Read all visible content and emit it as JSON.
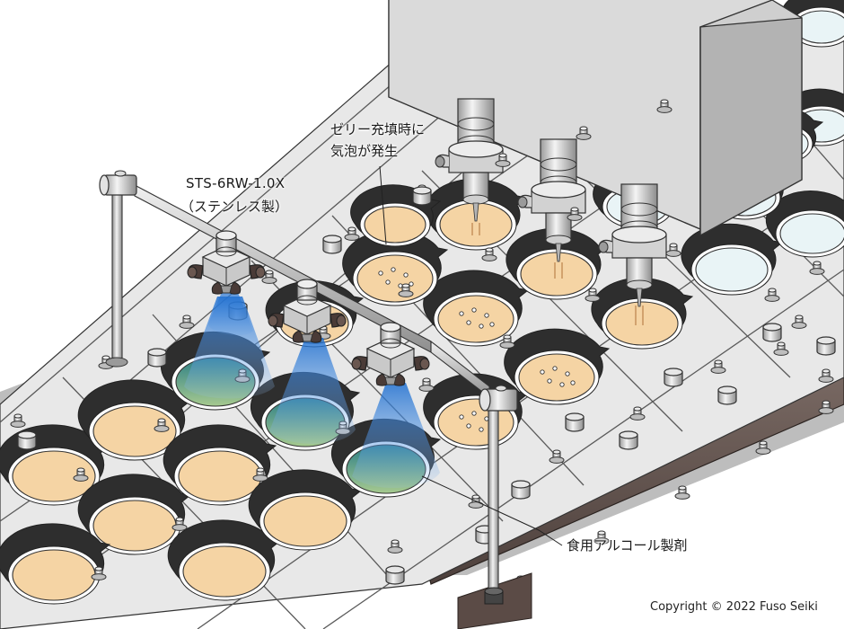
{
  "labels": {
    "nozzle_model": "STS-6RW-1.0X",
    "nozzle_material": "（ステンレス製）",
    "bubble_line1": "ゼリー充填時に",
    "bubble_line2": "気泡が発生",
    "alcohol": "食用アルコール製剤",
    "copyright": "Copyright © 2022 Fuso Seiki"
  },
  "colors": {
    "jelly": "#f5d4a4",
    "tray_plate": "#eeeeee",
    "machine_body": "#cfcfcf",
    "spray": "#2f7ed6",
    "sprayed_surface": "#4f9a93",
    "rail": "#6b5a55"
  }
}
